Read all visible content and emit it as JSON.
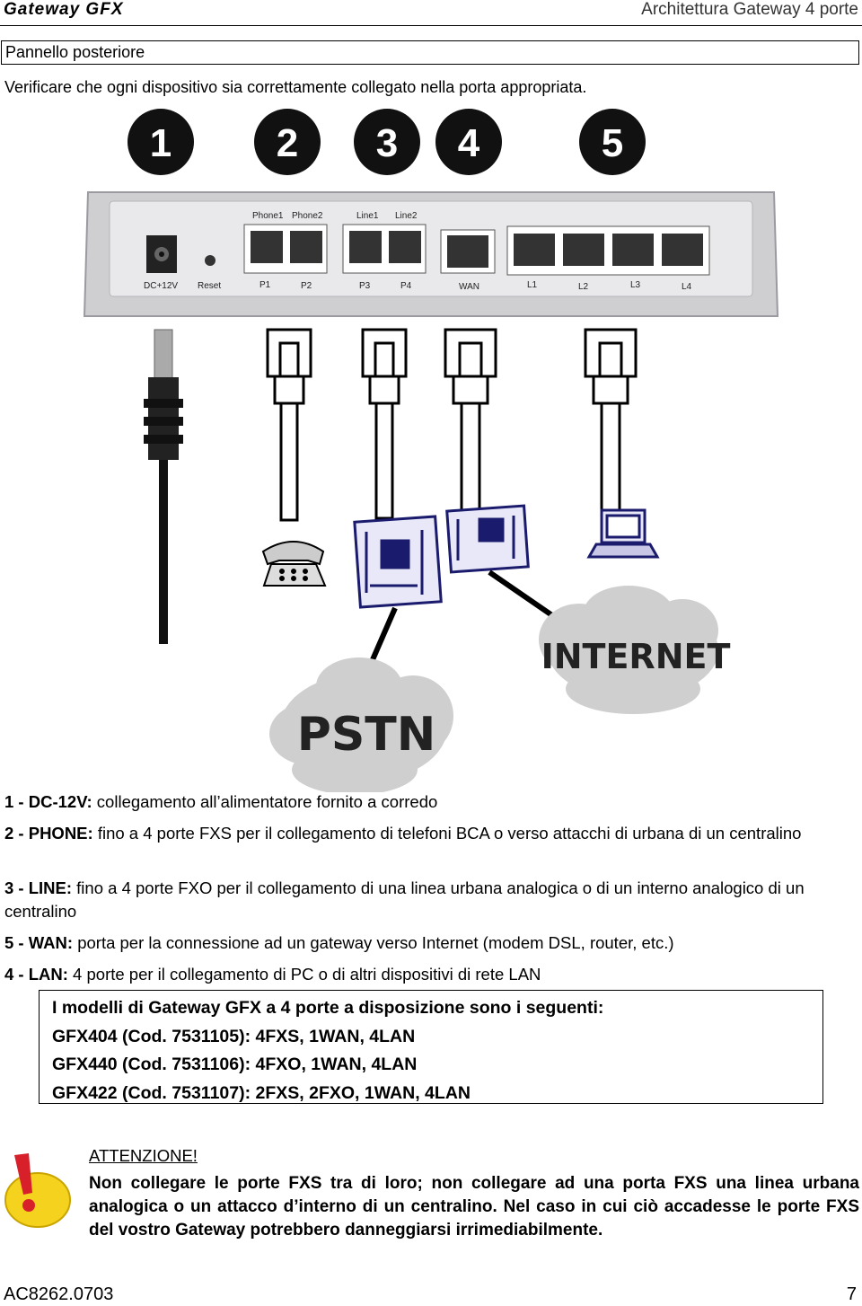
{
  "header": {
    "brand": "Gateway GFX",
    "section": "Architettura Gateway 4 porte"
  },
  "section_title": "Pannello posteriore",
  "intro": "Verificare che ogni dispositivo sia correttamente collegato nella porta appropriata.",
  "figure": {
    "callouts": [
      "1",
      "2",
      "3",
      "4",
      "5"
    ],
    "port_header_labels": [
      "Phone1",
      "Phone2",
      "Line1",
      "Line2"
    ],
    "port_labels": [
      "DC+12V",
      "Reset",
      "P1",
      "P2",
      "P3",
      "P4",
      "WAN",
      "L1",
      "L2",
      "L3",
      "L4"
    ],
    "clouds": [
      "PSTN",
      "INTERNET"
    ]
  },
  "descriptions": [
    {
      "label": "1 - DC-12V:",
      "text": " collegamento all’alimentatore fornito a corredo"
    },
    {
      "label": "2 - PHONE:",
      "text": " fino a 4 porte FXS per il collegamento di telefoni BCA o verso attacchi di urbana di un centralino"
    },
    {
      "label": "3 - LINE:",
      "text": " fino a 4 porte FXO per il collegamento di una linea urbana analogica o di un interno analogico di un centralino"
    },
    {
      "label": "5 - WAN:",
      "text": " porta per la connessione ad un gateway verso Internet (modem DSL, router, etc.)"
    },
    {
      "label": "4 - LAN:",
      "text": " 4 porte per il collegamento di PC o di altri dispositivi di rete LAN"
    }
  ],
  "models": {
    "title": "I modelli di Gateway GFX a 4 porte a disposizione sono i seguenti:",
    "items": [
      "GFX404 (Cod. 7531105): 4FXS, 1WAN, 4LAN",
      "GFX440 (Cod. 7531106): 4FXO, 1WAN, 4LAN",
      "GFX422 (Cod. 7531107): 2FXS, 2FXO, 1WAN, 4LAN"
    ]
  },
  "warning": {
    "title": "ATTENZIONE!",
    "text": "Non collegare le porte FXS tra di loro; non collegare ad una porta FXS una linea urbana analogica o un attacco d’interno di un centralino. Nel caso in cui ciò accadesse le porte FXS del vostro Gateway potrebbero danneggiarsi irrimediabilmente."
  },
  "footer": {
    "code": "AC8262.0703",
    "page": "7"
  }
}
